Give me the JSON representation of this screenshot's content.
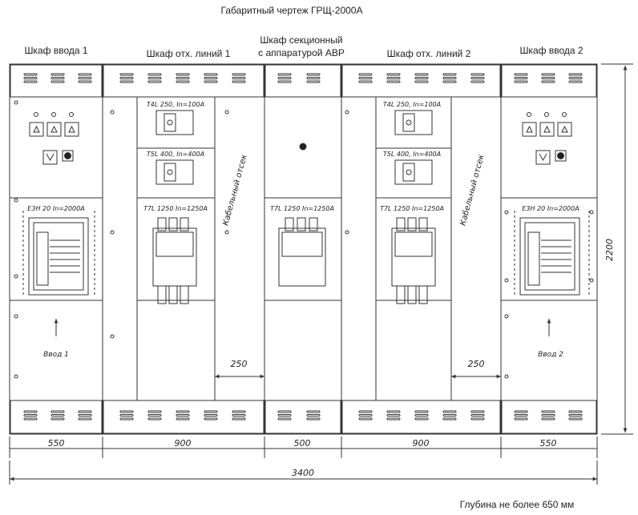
{
  "title": "Габаритный чертеж ГРЩ-2000А",
  "cabinets": [
    {
      "id": "in1",
      "label_lines": [
        "Шкаф ввода 1"
      ],
      "width_label": "550"
    },
    {
      "id": "out1",
      "label_lines": [
        "Шкаф отх. линий 1"
      ],
      "width_label": "900"
    },
    {
      "id": "sec",
      "label_lines": [
        "Шкаф секционный",
        "с аппаратурой АВР"
      ],
      "width_label": "500"
    },
    {
      "id": "out2",
      "label_lines": [
        "Шкаф отх. линий 2"
      ],
      "width_label": "900"
    },
    {
      "id": "in2",
      "label_lines": [
        "Шкаф ввода 2"
      ],
      "width_label": "550"
    }
  ],
  "breakers": {
    "e3h": "Е3Н 20 In=2000А",
    "t4l": "T4L 250, In=100А",
    "t5l": "T5L 400, In=400А",
    "t7l": "T7L 1250 In=1250А"
  },
  "input_labels": [
    "Ввод 1",
    "Ввод 2"
  ],
  "cable_compartment": "Кабельный отсек",
  "cable_width": "250",
  "total_width": "3400",
  "height": "2200",
  "depth_note": "Глубина не более 650 мм",
  "colors": {
    "line": "#333333",
    "text": "#222222"
  }
}
